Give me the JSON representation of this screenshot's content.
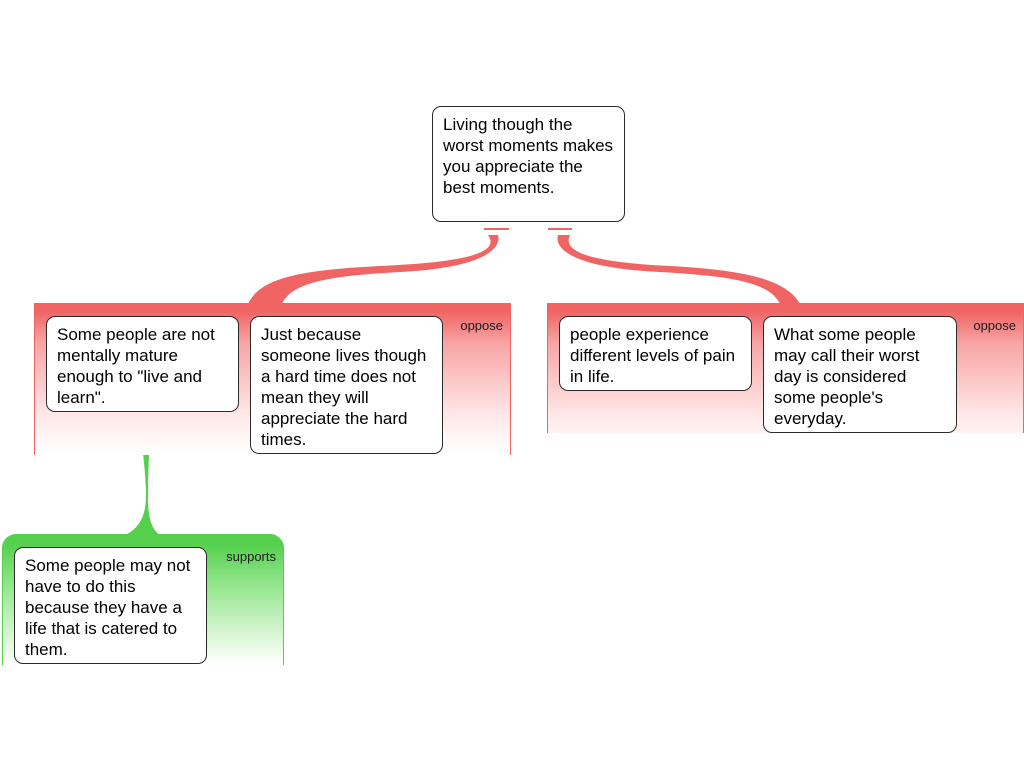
{
  "root": {
    "text": "Living though the worst moments makes you appreciate the best moments."
  },
  "groups": [
    {
      "label": "oppose",
      "cards": [
        "Some people are not mentally mature enough to \"live and learn\".",
        "Just because someone lives though a hard time does not mean they will appreciate the hard times."
      ]
    },
    {
      "label": "oppose",
      "cards": [
        "people experience different levels of pain in life.",
        "What some people may call their worst day is considered some people's everyday."
      ]
    },
    {
      "label": "supports",
      "cards": [
        "Some people may not have to do this because they have a life that is catered to them."
      ]
    }
  ],
  "colors": {
    "oppose": "#f06464",
    "supports": "#55d04d",
    "card_border": "#2a2a2a"
  }
}
